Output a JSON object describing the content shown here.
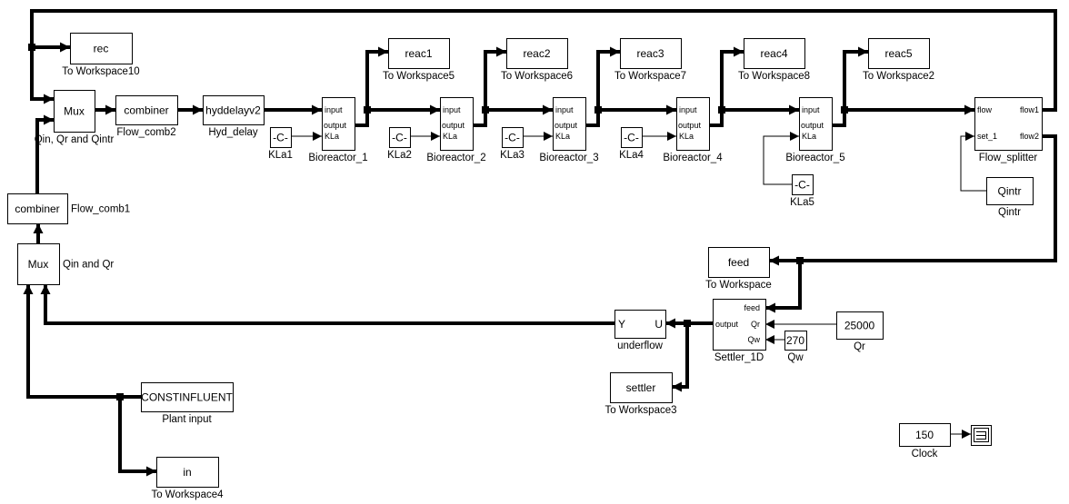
{
  "blocks": {
    "rec": {
      "text": "rec",
      "label": "To Workspace10"
    },
    "mux_top": {
      "text": "Mux",
      "label": "Qin, Qr and Qintr"
    },
    "flow_comb2": {
      "text": "combiner",
      "label": "Flow_comb2"
    },
    "hyd_delay": {
      "text": "hyddelayv2",
      "label": "Hyd_delay"
    },
    "kla1": {
      "text": "-C-",
      "label": "KLa1"
    },
    "kla2": {
      "text": "-C-",
      "label": "KLa2"
    },
    "kla3": {
      "text": "-C-",
      "label": "KLa3"
    },
    "kla4": {
      "text": "-C-",
      "label": "KLa4"
    },
    "kla5": {
      "text": "-C-",
      "label": "KLa5"
    },
    "bio1": {
      "label": "Bioreactor_1",
      "in1": "input",
      "out": "output",
      "in2": "KLa"
    },
    "bio2": {
      "label": "Bioreactor_2",
      "in1": "input",
      "out": "output",
      "in2": "KLa"
    },
    "bio3": {
      "label": "Bioreactor_3",
      "in1": "input",
      "out": "output",
      "in2": "KLa"
    },
    "bio4": {
      "label": "Bioreactor_4",
      "in1": "input",
      "out": "output",
      "in2": "KLa"
    },
    "bio5": {
      "label": "Bioreactor_5",
      "in1": "input",
      "out": "output",
      "in2": "KLa"
    },
    "reac1": {
      "text": "reac1",
      "label": "To Workspace5"
    },
    "reac2": {
      "text": "reac2",
      "label": "To Workspace6"
    },
    "reac3": {
      "text": "reac3",
      "label": "To Workspace7"
    },
    "reac4": {
      "text": "reac4",
      "label": "To Workspace8"
    },
    "reac5": {
      "text": "reac5",
      "label": "To Workspace2"
    },
    "splitter": {
      "label": "Flow_splitter",
      "in1": "flow",
      "in2": "set_1",
      "out1": "flow1",
      "out2": "flow2"
    },
    "qintr": {
      "text": "Qintr",
      "label": "Qintr"
    },
    "feed": {
      "text": "feed",
      "label": "To Workspace"
    },
    "settler": {
      "label": "Settler_1D",
      "feed": "feed",
      "output": "output",
      "qr": "Qr",
      "qw": "Qw"
    },
    "qr": {
      "text": "25000",
      "label": "Qr"
    },
    "qw": {
      "text": "270",
      "label": "Qw"
    },
    "underflow": {
      "label": "underflow",
      "y": "Y",
      "u": "U"
    },
    "settler_ws": {
      "text": "settler",
      "label": "To Workspace3"
    },
    "constinfluent": {
      "text": "CONSTINFLUENT",
      "label": "Plant input"
    },
    "in_ws": {
      "text": "in",
      "label": "To Workspace4"
    },
    "flow_comb1": {
      "text": "combiner",
      "label": "Flow_comb1"
    },
    "mux_low": {
      "text": "Mux",
      "label": "Qin and Qr"
    },
    "clock": {
      "text": "150",
      "label": "Clock"
    },
    "display": {
      "icon": "display-icon"
    }
  }
}
